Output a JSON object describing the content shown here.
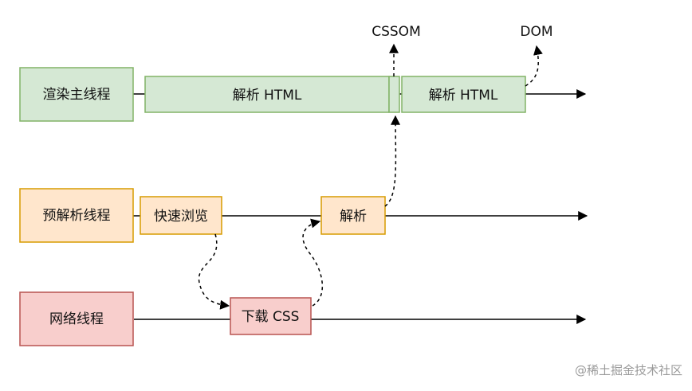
{
  "threads": {
    "render": {
      "label": "渲染主线程",
      "fill": "#d5e8d4",
      "stroke": "#82b366"
    },
    "preparse": {
      "label": "预解析线程",
      "fill": "#ffe6cc",
      "stroke": "#d79b00"
    },
    "network": {
      "label": "网络线程",
      "fill": "#f8cecc",
      "stroke": "#b85450"
    }
  },
  "tasks": {
    "parse_html_1": "解析 HTML",
    "parse_html_2": "解析 HTML",
    "quick_scan": "快速浏览",
    "parse": "解析",
    "download_css": "下载 CSS"
  },
  "outputs": {
    "cssom": "CSSOM",
    "dom": "DOM"
  },
  "watermark": "@稀土掘金技术社区"
}
